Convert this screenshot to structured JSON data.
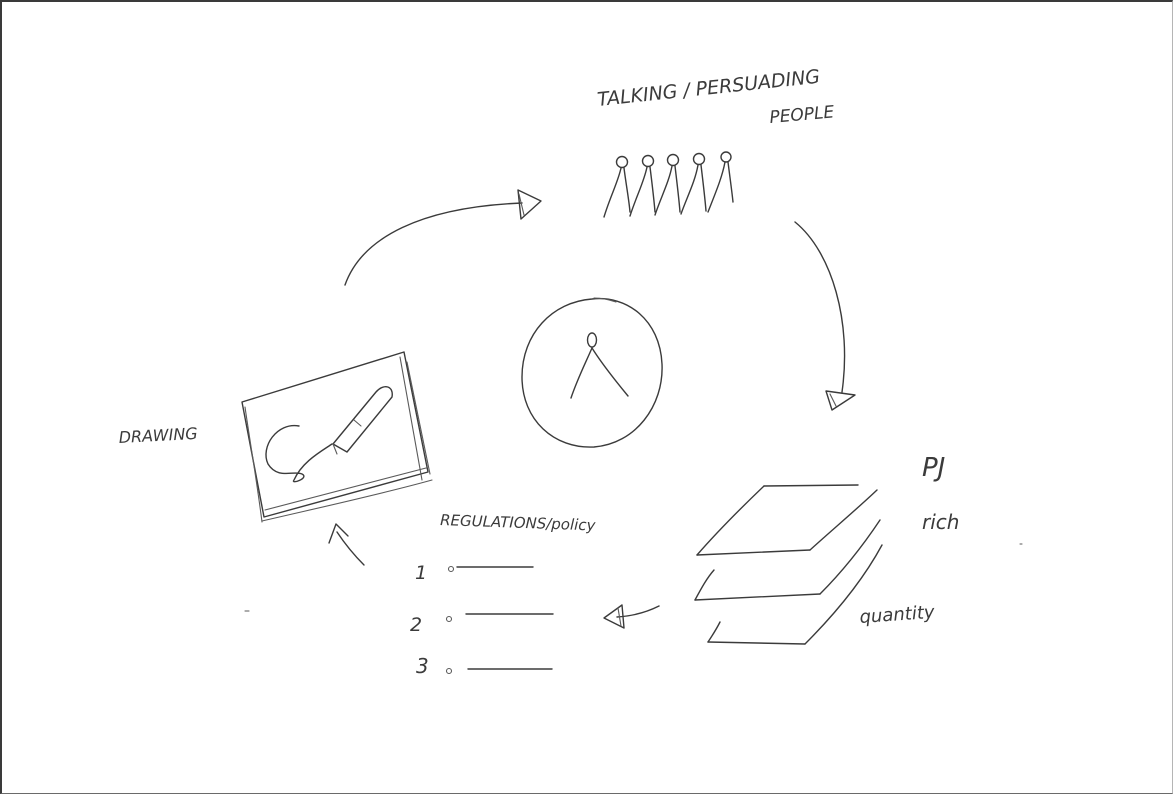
{
  "labels": {
    "talking": "TALKING / PERSUADING",
    "people": "PEOPLE",
    "drawing": "DRAWING",
    "regulations": "REGULATIONS/policy",
    "pj": "PJ",
    "rich": "rich",
    "quantity": "quantity"
  },
  "list_numbers": [
    "1",
    "2",
    "3"
  ]
}
